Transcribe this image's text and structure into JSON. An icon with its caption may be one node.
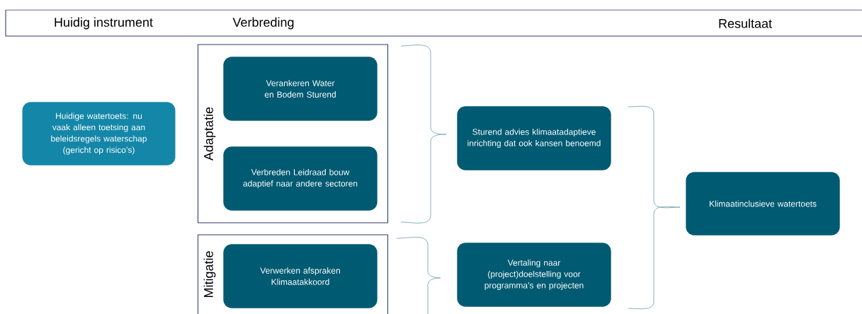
{
  "diagram": {
    "nodes": [
      {
        "text": [
          "Huidige watertoets: nu vaak alleen toetsing aan beleidsregels waterschap (gericht op risico’s)"
        ]
      },
      {
        "text": [
          "Adaptatie"
        ]
      },
      {
        "text": [
          "Verankeren Water en Bodem Sturend"
        ],
        "in": 1
      },
      {
        "text": [
          "Verbreden Leidraad bouw adaptief naar andere sectoren"
        ],
        "in": 1
      },
      {
        "text": [
          "Mitigatie"
        ]
      },
      {
        "text": [
          "Verwerken afspraken Klimaatakkoord"
        ],
        "in": 4
      },
      {
        "text": [
          "Sturend advies klimaatadaptieve inrichting dat ook kansen benoemd"
        ]
      },
      {
        "text": [
          "Vertaling naar (project)doelstelling voor programma’s en projecten"
        ]
      },
      {
        "text": [
          "Klimaatinclusieve watertoets"
        ]
      }
    ],
    "labels": [
      "Huidig instrument",
      "Verbreding",
      "Resultaat"
    ]
  }
}
